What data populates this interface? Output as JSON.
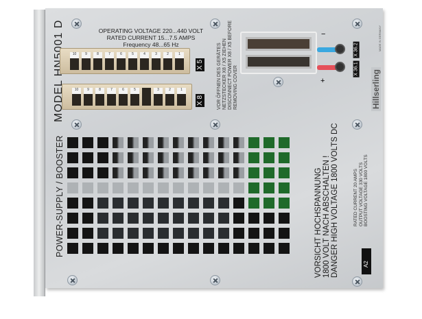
{
  "model": "MODEL HN5001 D",
  "specs": {
    "line1": "OPERATING VOLTAGE 220...440 VOLT",
    "line2": "RATED CURRENT 15...7.5 AMPS",
    "line3": "Frequency 48...65 Hz"
  },
  "connectors": [
    {
      "label": "X 5",
      "pins": [
        "10",
        "9",
        "8",
        "7",
        "6",
        "5",
        "4",
        "3",
        "2",
        "1"
      ]
    },
    {
      "label": "X 8",
      "pins": [
        "10",
        "9",
        "8",
        "7",
        "6",
        "5",
        "",
        "3",
        "2",
        "1"
      ]
    }
  ],
  "warning_small": {
    "line1": "VOR ÖFFNEN DES GERÄTES",
    "line2": "NETZSTECKER X8 / X5 ZIEHEN",
    "line3": "DISCONNECT POWER X8 / X5 BEFORE",
    "line4": "REMOVING COVER"
  },
  "terminal": {
    "minus": "−",
    "plus": "+",
    "x362": "X 36.2",
    "x361": "X 36.1"
  },
  "brand": "Hillserling",
  "made_in": "MADE IN GERMANY",
  "product_type": "POWER-SUPPLY / BOOSTER",
  "danger": {
    "line1": "VORSICHT HOCHSPANNUNG",
    "line2": "1800 VOLT NACH ABSCHALTEN !",
    "line3": "DANGER HIGH VOLTAGE 1800 VOLTS DC"
  },
  "ratings": {
    "line1": "RATED CURRENT 20 AMPS",
    "line2": "OUTPUT VOLTAGE 330 VOLTS",
    "line3": "BOOSTING VOLTAGE 1800 VOLTS"
  },
  "slot": "A2"
}
